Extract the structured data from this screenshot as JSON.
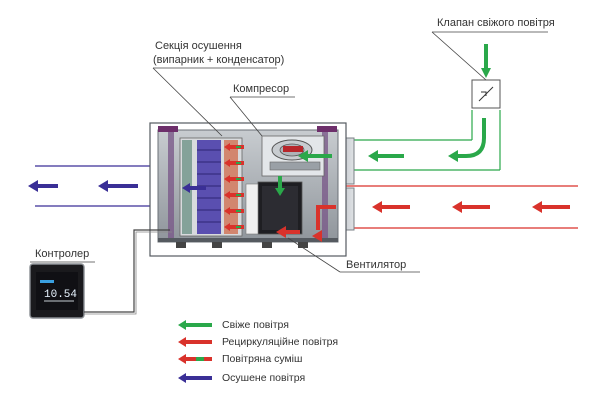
{
  "labels": {
    "drying_section_title": "Секція осушення",
    "drying_section_sub": "(випарник + конденсатор)",
    "compressor": "Компресор",
    "fresh_air_valve": "Клапан свіжого повітря",
    "controller": "Контролер",
    "fan": "Вентилятор"
  },
  "controller_display": {
    "reading": "10.54"
  },
  "legend": [
    {
      "label": "Свіже повітря",
      "color": "#2aa84a"
    },
    {
      "label": "Рециркуляційне повітря",
      "color": "#d9322b"
    },
    {
      "label": "Повітряна суміш",
      "color": "#d9322b",
      "secondary_color": "#2aa84a"
    },
    {
      "label": "Осушене повітря",
      "color": "#3a2f96"
    }
  ],
  "colors": {
    "fresh": "#2aa84a",
    "recirculation": "#d9322b",
    "dried": "#3a2f96",
    "unit_body": "#9aa0a6",
    "unit_frame": "#6d2f6b"
  }
}
